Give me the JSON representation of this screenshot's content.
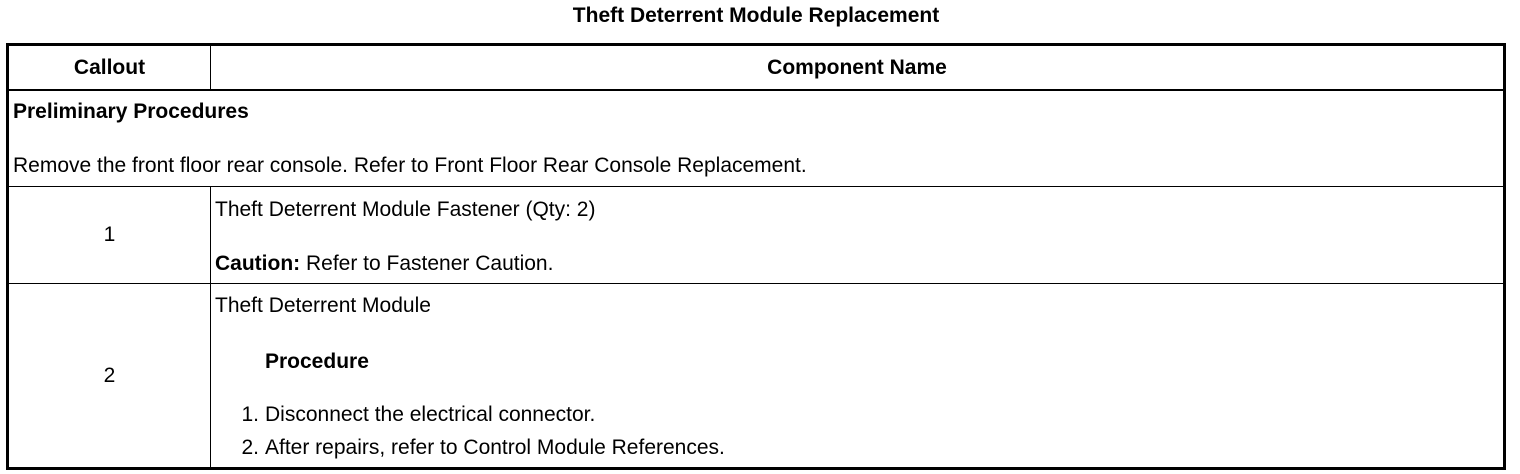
{
  "title": "Theft Deterrent Module Replacement",
  "table": {
    "headers": {
      "callout": "Callout",
      "component": "Component Name"
    },
    "preliminary": {
      "heading": "Preliminary Procedures",
      "text": "Remove the front floor rear console. Refer to Front Floor Rear Console Replacement."
    },
    "rows": [
      {
        "callout": "1",
        "name": "Theft Deterrent Module Fastener (Qty: 2)",
        "caution_label": "Caution:",
        "caution_text": " Refer to Fastener Caution."
      },
      {
        "callout": "2",
        "name": "Theft Deterrent Module",
        "procedure_heading": "Procedure",
        "steps": [
          {
            "num": "1.",
            "text": "Disconnect the electrical connector."
          },
          {
            "num": "2.",
            "text": "After repairs, refer to Control Module References."
          }
        ]
      }
    ]
  }
}
